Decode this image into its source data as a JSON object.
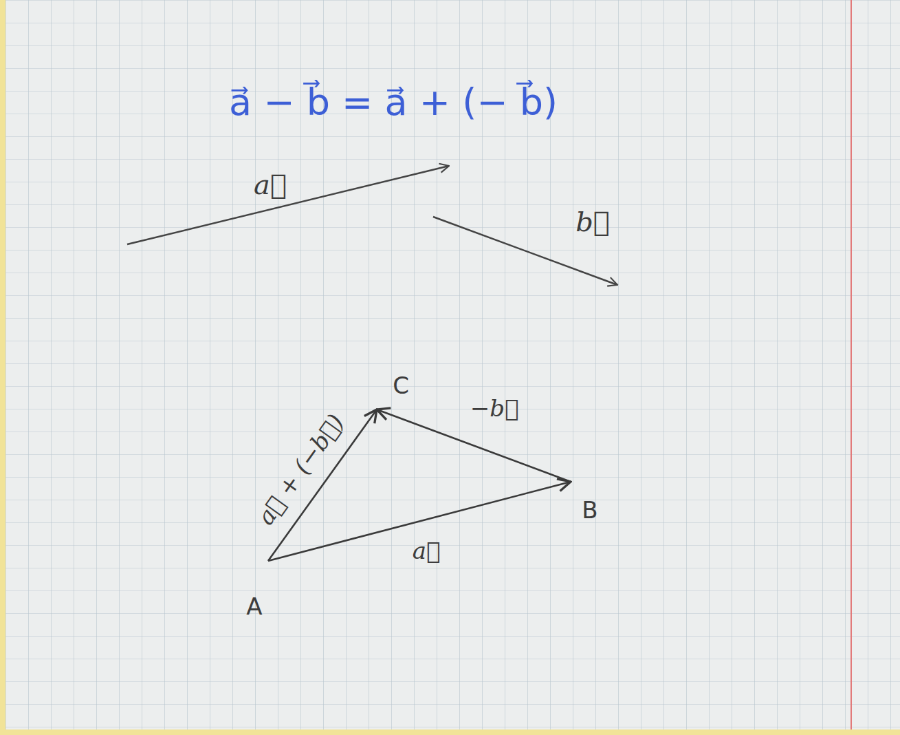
{
  "diagram": {
    "title": "a⃗ − b⃗ = a⃗ + (− b⃗)",
    "nodes": [
      {
        "text": [
          "C"
        ]
      },
      {
        "text": [
          "B"
        ]
      },
      {
        "text": [
          "A"
        ]
      }
    ],
    "edges": [
      {
        "from": 2,
        "to": 1,
        "label": "a⃗",
        "arrow": "to"
      },
      {
        "from": 1,
        "to": 0,
        "label": "−b⃗",
        "arrow": "to"
      },
      {
        "from": 2,
        "to": 0,
        "label": "a⃗ + (−b⃗)",
        "arrow": "to"
      }
    ],
    "labels": [
      "a⃗",
      "b⃗"
    ]
  }
}
